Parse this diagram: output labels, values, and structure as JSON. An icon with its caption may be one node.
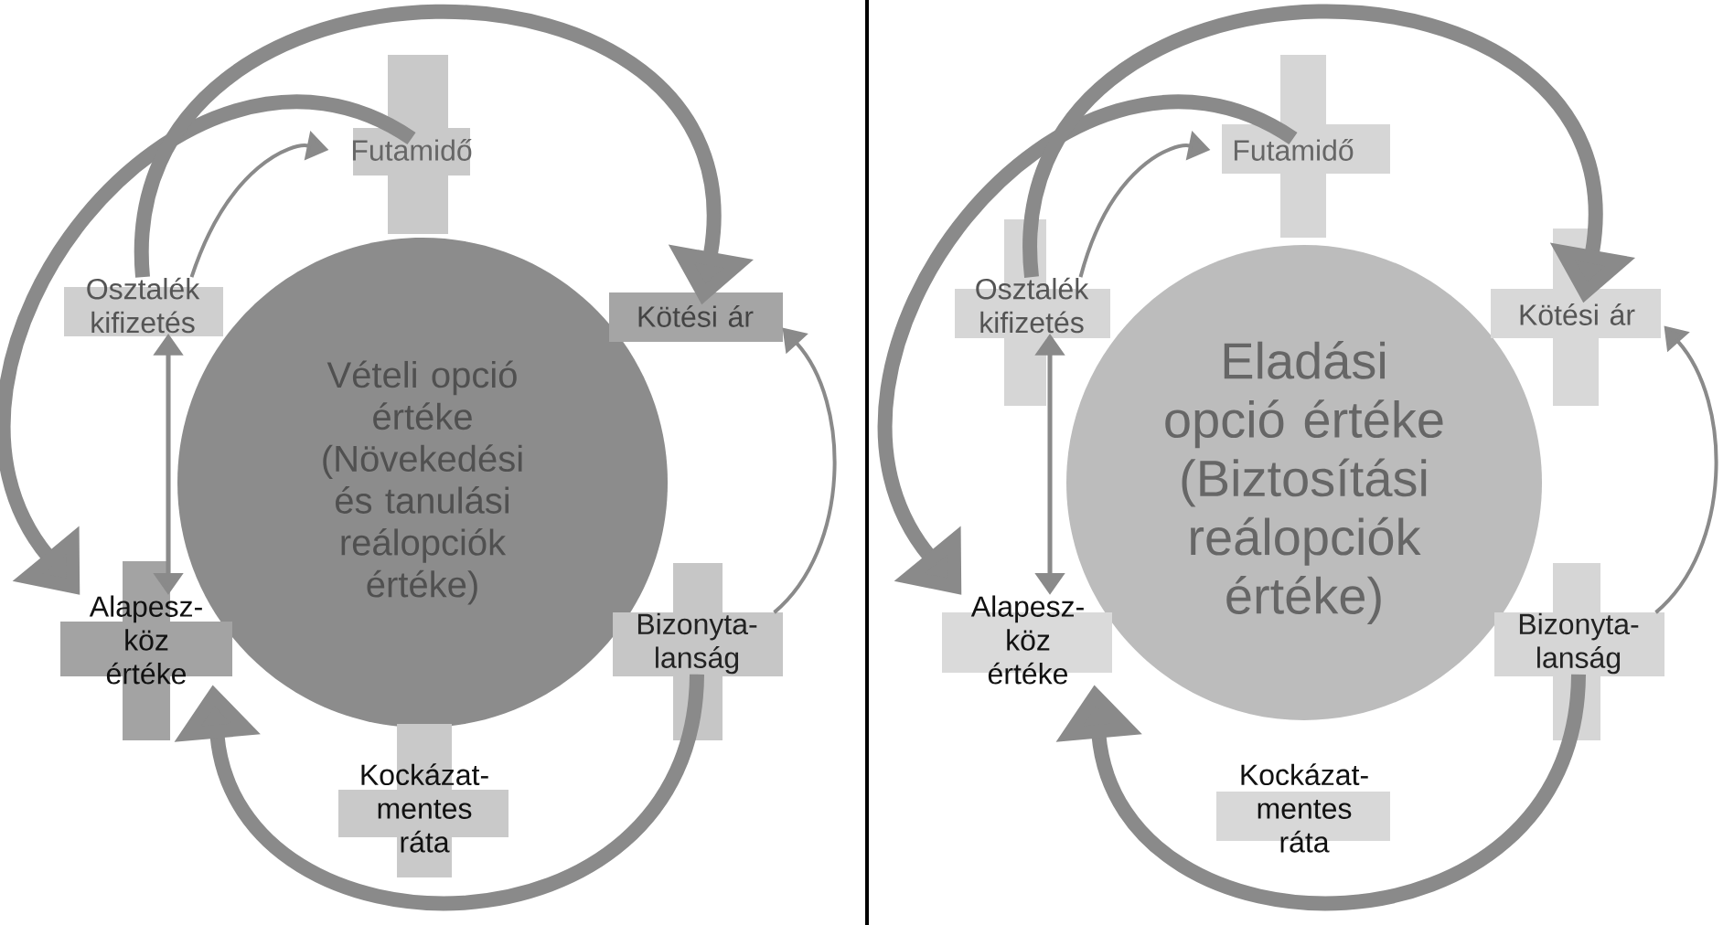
{
  "diagram": {
    "nodes": [
      {
        "text": [
          "Vételi opció értéke (Növekedési és tanulási reálopciók értéke)"
        ]
      },
      {
        "text": [
          "Futamidő"
        ]
      },
      {
        "text": [
          "Osztalék kifizetés"
        ]
      },
      {
        "text": [
          "Kötési ár"
        ]
      },
      {
        "text": [
          "Alapesz-köz értéke"
        ]
      },
      {
        "text": [
          "Bizonyta-lanság"
        ]
      },
      {
        "text": [
          "Kockázat-mentes ráta"
        ]
      },
      {
        "text": [
          "Eladási opció értéke (Biztosítási reálopciók értéke)"
        ]
      },
      {
        "text": [
          "Futamidő"
        ]
      },
      {
        "text": [
          "Osztalék kifizetés"
        ]
      },
      {
        "text": [
          "Kötési ár"
        ]
      },
      {
        "text": [
          "Alapesz-köz értéke"
        ]
      },
      {
        "text": [
          "Bizonyta-lanság"
        ]
      },
      {
        "text": [
          "Kockázat-mentes ráta"
        ]
      }
    ],
    "edges": [
      {
        "from": 1,
        "to": 4,
        "arrow": "to",
        "style": "thick"
      },
      {
        "from": 2,
        "to": 3,
        "arrow": "to",
        "style": "thick"
      },
      {
        "from": 2,
        "to": 1,
        "arrow": "to"
      },
      {
        "from": 5,
        "to": 3,
        "arrow": "to"
      },
      {
        "from": 5,
        "to": 4,
        "arrow": "to",
        "style": "thick"
      },
      {
        "from": 2,
        "to": 4,
        "arrow": "both"
      },
      {
        "from": 8,
        "to": 11,
        "arrow": "to",
        "style": "thick"
      },
      {
        "from": 9,
        "to": 10,
        "arrow": "to",
        "style": "thick"
      },
      {
        "from": 9,
        "to": 8,
        "arrow": "to"
      },
      {
        "from": 12,
        "to": 10,
        "arrow": "to"
      },
      {
        "from": 12,
        "to": 11,
        "arrow": "to",
        "style": "thick"
      },
      {
        "from": 9,
        "to": 11,
        "arrow": "both"
      }
    ]
  }
}
